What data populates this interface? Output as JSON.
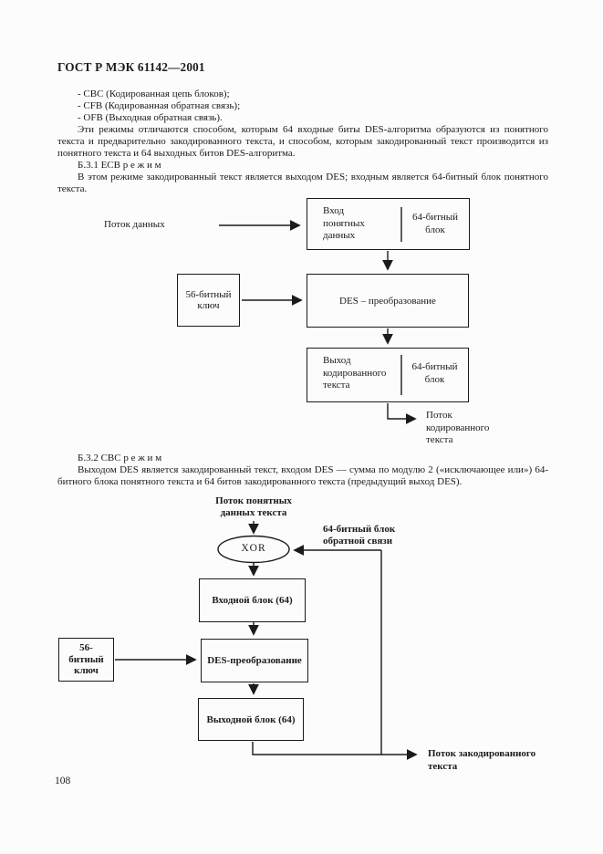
{
  "doc": {
    "header_title": "ГОСТ Р МЭК 61142—2001",
    "page_number": "108"
  },
  "section_b31": {
    "list_items": [
      "- СВС (Кодированная цепь блоков);",
      "- CFB (Кодированная обратная связь);",
      "- OFB (Выходная обратная связь)."
    ],
    "para_modes": "Эти режимы отличаются способом, которым 64 входные биты DES-алгоритма образуются из понятного текста и предварительно закодированного текста, и способом, которым закодированный текст производится из понятного текста и 64 выходных битов DES-алгоритма.",
    "heading": "Б.3.1 ЕСВ р е ж и м",
    "para_ecb": "В этом режиме закодированный текст является выходом DES; входным является 64-битный блок понятного текста."
  },
  "diagram_ecb": {
    "stream_in": "Поток данных",
    "input_left": "Вход\nпонятных\nданных",
    "input_right": "64-битный\nблок",
    "key": "56-битный\nключ",
    "des": "DES – преобразование",
    "output_left": "Выход\nкодированного\nтекста",
    "output_right": "64-битный\nблок",
    "stream_out": "Поток\nкодированного\nтекста"
  },
  "section_b32": {
    "heading": "Б.3.2 СВС р е ж и м",
    "para_cbc": "Выходом DES является закодированный текст, входом DES — сумма по модулю 2 («исключающее или») 64-битного блока понятного текста и 64 битов закодированного текста (предыдущий выход DES)."
  },
  "diagram_cbc": {
    "stream_in": "Поток понятных\nданных текста",
    "xor": "XOR",
    "feedback": "64-битный блок\nобратной связи",
    "input_block": "Входной блок (64)",
    "key": "56-\nбитный\nключ",
    "des": "DES-преобразование",
    "output_block": "Выходной блок (64)",
    "stream_out": "Поток закодированного\nтекста"
  }
}
